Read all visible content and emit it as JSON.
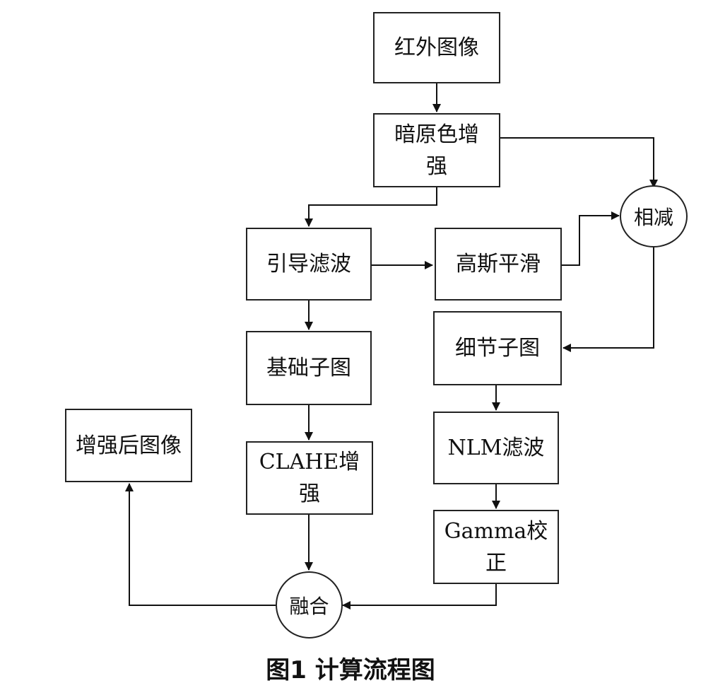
{
  "nodes": {
    "infrared": "红外图像",
    "dark_channel": "暗原色增强",
    "subtract": "相减",
    "guided_filter": "引导滤波",
    "gaussian": "高斯平滑",
    "detail": "细节子图",
    "base": "基础子图",
    "nlm": "NLM滤波",
    "enhanced": "增强后图像",
    "clahe": "CLAHE增强",
    "gamma": "Gamma校正",
    "fusion": "融合"
  },
  "caption": "图1  计算流程图"
}
